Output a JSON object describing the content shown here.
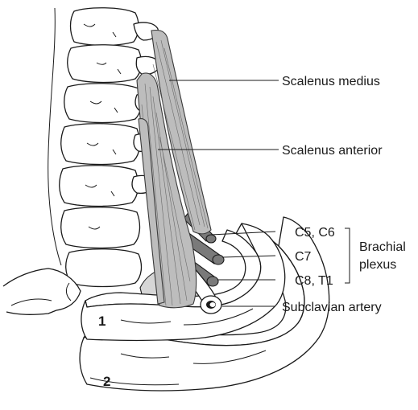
{
  "labels": {
    "scalenus_medius": "Scalenus medius",
    "scalenus_anterior": "Scalenus anterior",
    "c5_c6": "C5,  C6",
    "c7": "C7",
    "c8_t1": "C8, T1",
    "brachial_line1": "Brachial",
    "brachial_line2": "plexus",
    "subclavian_artery": "Subclavian artery",
    "rib_1": "1",
    "rib_2": "2"
  },
  "colors": {
    "muscle": "#bdbdbd",
    "nerve": "#7a7a7a",
    "outline": "#1a1a1a",
    "pleura": "#d6d6d6"
  }
}
